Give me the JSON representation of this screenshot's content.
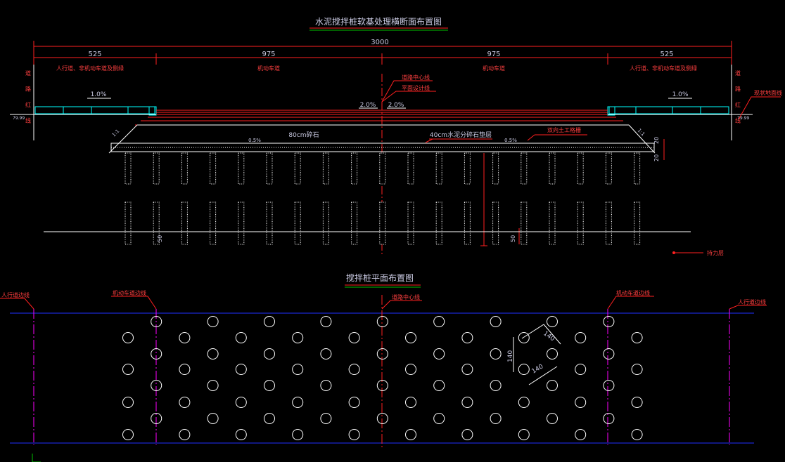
{
  "colors": {
    "background": "#000000",
    "white": "#ffffff",
    "red": "#ff2020",
    "dim_red": "#e03030",
    "cyan": "#00ffff",
    "green": "#00c000",
    "yellow": "#ffff00",
    "magenta": "#ff00ff",
    "blue": "#2030ff",
    "label": "#c8c8e0"
  },
  "section_view": {
    "title": "水泥搅拌桩软基处理横断面布置图",
    "total_width": "3000",
    "segments": [
      "525",
      "975",
      "975",
      "525"
    ],
    "segment_labels": [
      "人行道、非机动车道及侧绿",
      "机动车道",
      "机动车道",
      "人行道、非机动车道及侧绿"
    ],
    "left_side_label": "道 路 红 线",
    "right_side_label": "道 路 红 线",
    "left_elevation": "79.99",
    "right_elevation": "79.99",
    "slope_left": "1.0%",
    "slope_right": "1.0%",
    "crown_slope_left": "2.0%",
    "crown_slope_right": "2.0%",
    "road_centerline_label": "道路中心线",
    "design_line_label": "平面设计线",
    "gravel_label": "80cm碎石",
    "cement_label": "40cm水泥分碎石垫层",
    "geogrid_label": "双向土工格栅",
    "slope_tag_left": "0.5%",
    "slope_tag_right": "0.5%",
    "slope_ratio_left": "1:1",
    "slope_ratio_right": "1:1",
    "layer_thickness_1": "20",
    "layer_thickness_2": "20",
    "pile_embed_left": "50",
    "pile_embed_right": "50",
    "bearing_layer_label": "持力层",
    "existing_ground_label": "现状地面线"
  },
  "plan_view": {
    "title": "搅拌桩平面布置图",
    "left_edge_label": "人行道边线",
    "left_lane_label": "机动车道边线",
    "center_label": "道路中心线",
    "right_lane_label": "机动车道边线",
    "right_edge_label": "人行道边线",
    "spacing_top": "140",
    "spacing_left": "140",
    "spacing_bottom": "140"
  }
}
